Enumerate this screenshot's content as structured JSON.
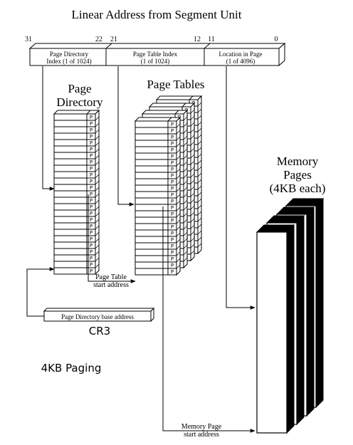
{
  "title": "Linear Address from Segment Unit",
  "bit_markers": [
    "31",
    "22",
    "21",
    "12",
    "11",
    "0"
  ],
  "address_fields": [
    {
      "line1": "Page Directory",
      "line2": "Index (1 of 1024)"
    },
    {
      "line1": "Page Table Index",
      "line2": "(1 of 1024)"
    },
    {
      "line1": "Location in Page",
      "line2": "(1 of 4096)"
    }
  ],
  "page_directory": {
    "line1": "Page",
    "line2": "Directory"
  },
  "page_tables": {
    "label": "Page Tables"
  },
  "memory_pages": {
    "line1": "Memory",
    "line2": "Pages",
    "line3": "(4KB each)"
  },
  "present_bit": "P",
  "page_table_start": {
    "line1": "Page Table",
    "line2": "start address"
  },
  "cr3": {
    "field_text": "Page Directory base address",
    "label": "CR3"
  },
  "paging_label": "4KB Paging",
  "memory_page_start": {
    "line1": "Memory Page",
    "line2": "start address"
  }
}
